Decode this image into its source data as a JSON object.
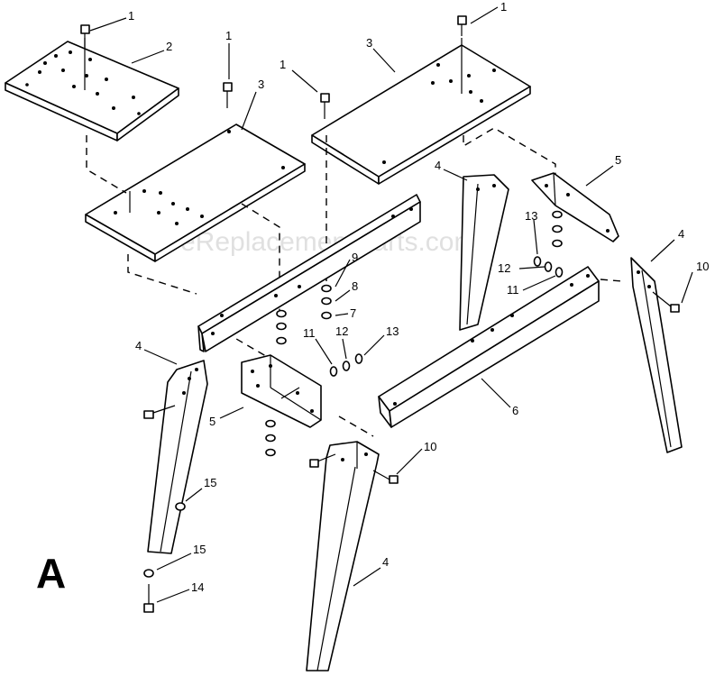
{
  "figure": {
    "letter": "A",
    "watermark": "eReplacementParts.com"
  },
  "callouts": {
    "c1a": "1",
    "c1b": "1",
    "c1c": "1",
    "c1d": "1",
    "c2": "2",
    "c3a": "3",
    "c3b": "3",
    "c4a": "4",
    "c4b": "4",
    "c4c": "4",
    "c4d": "4",
    "c5a": "5",
    "c5b": "5",
    "c6": "6",
    "c7": "7",
    "c8": "8",
    "c9": "9",
    "c10a": "10",
    "c10b": "10",
    "c11a": "11",
    "c11b": "11",
    "c12a": "12",
    "c12b": "12",
    "c13a": "13",
    "c13b": "13",
    "c14": "14",
    "c15a": "15",
    "c15b": "15"
  }
}
